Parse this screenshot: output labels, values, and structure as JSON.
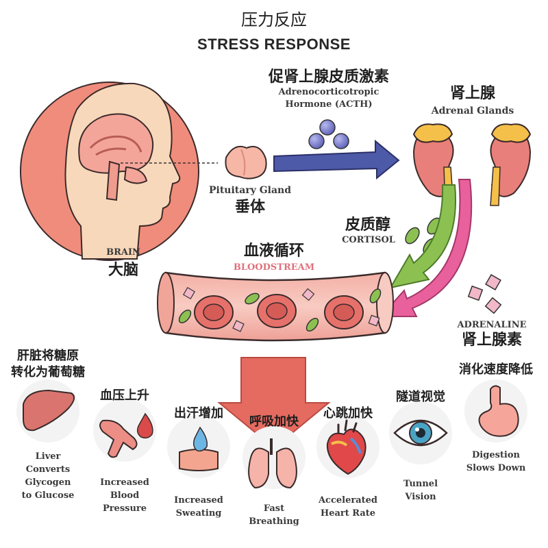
{
  "title": {
    "zh": "压力反应",
    "en": "STRESS RESPONSE"
  },
  "acth": {
    "zh": "促肾上腺皮质激素",
    "en_line1": "Adrenocorticotropic",
    "en_line2": "Hormone (ACTH)"
  },
  "adrenal": {
    "zh": "肾上腺",
    "en": "Adrenal Glands"
  },
  "pituitary": {
    "en": "Pituitary Gland",
    "zh": "垂体"
  },
  "brain": {
    "en": "BRAIN",
    "zh": "大脑"
  },
  "cortisol": {
    "zh": "皮质醇",
    "en": "CORTISOL"
  },
  "bloodstream": {
    "zh": "血液循环",
    "en": "BLOODSTREAM"
  },
  "adrenaline": {
    "en": "ADRENALINE",
    "zh": "肾上腺素"
  },
  "effects": {
    "liver": {
      "zh_line1": "肝脏将糖原",
      "zh_line2": "转化为葡萄糖",
      "en": "Liver\nConverts\nGlycogen\nto Glucose"
    },
    "blood_pressure": {
      "zh": "血压上升",
      "en": "Increased\nBlood\nPressure"
    },
    "sweating": {
      "zh": "出汗增加",
      "en": "Increased\nSweating"
    },
    "breathing": {
      "zh": "呼吸加快",
      "en": "Fast\nBreathing"
    },
    "heart": {
      "zh": "心跳加快",
      "en": "Accelerated\nHeart Rate"
    },
    "vision": {
      "zh": "隧道视觉",
      "en": "Tunnel\nVision"
    },
    "digestion": {
      "zh": "消化速度降低",
      "en": "Digestion\nSlows Down"
    }
  },
  "colors": {
    "brain_circle": "#f08c7c",
    "acth_arrow": "#4d5aa8",
    "cortisol_arrow": "#8cc152",
    "adrenaline_arrow": "#e8609c",
    "down_arrow": "#e56b60",
    "bloodstream_label": "#e0707a",
    "adrenal_gland": "#f5c04a",
    "kidney": "#e97f7a"
  }
}
